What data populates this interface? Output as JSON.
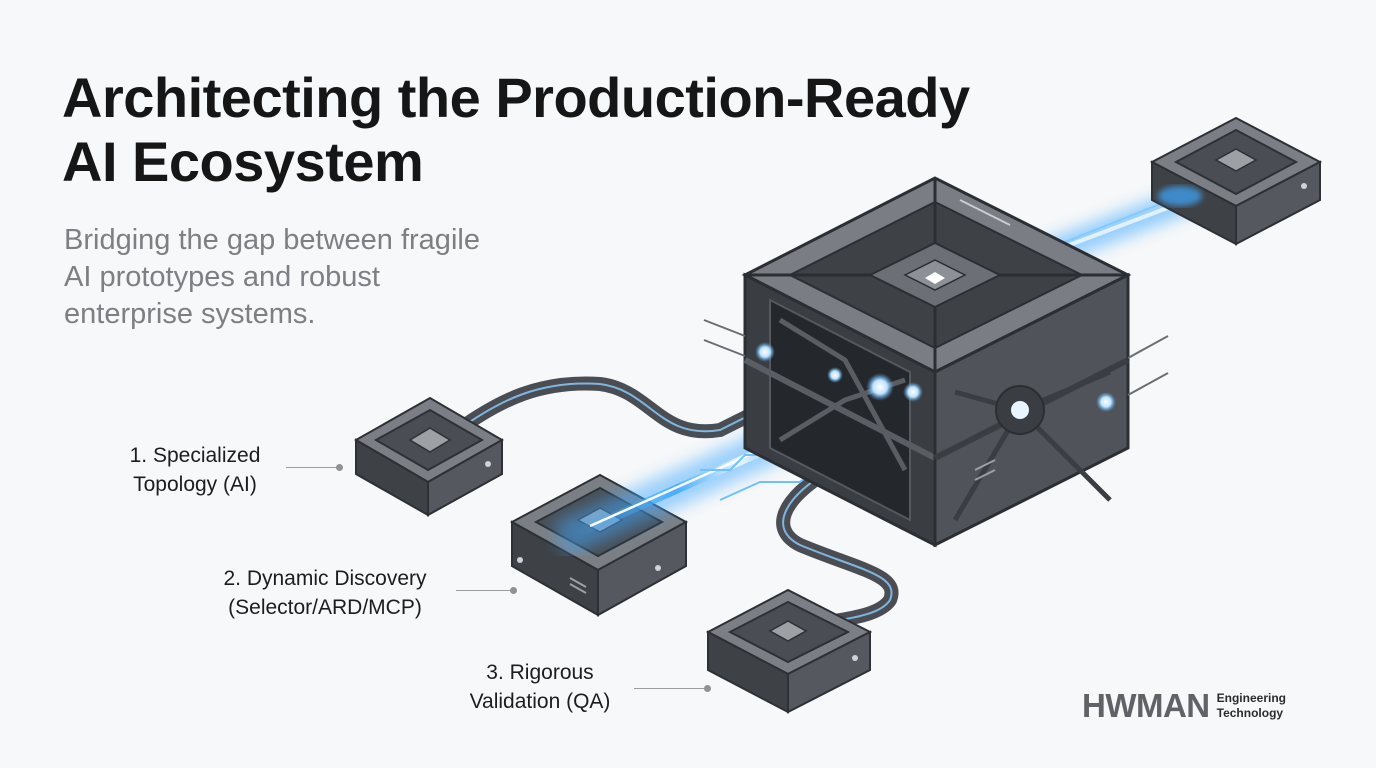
{
  "title": {
    "line1": "Architecting the Production-Ready",
    "line2": "AI Ecosystem"
  },
  "subtitle": {
    "line1": "Bridging the gap between fragile",
    "line2": "AI prototypes and robust",
    "line3": "enterprise systems."
  },
  "labels": [
    {
      "line1": "1. Specialized",
      "line2": "Topology (AI)"
    },
    {
      "line1": "2. Dynamic Discovery",
      "line2": "(Selector/ARD/MCP)"
    },
    {
      "line1": "3. Rigorous",
      "line2": "Validation (QA)"
    }
  ],
  "logo": {
    "wordmark": "HWMAN",
    "line1": "Engineering",
    "line2": "Technology"
  },
  "colors": {
    "glow": "#3fa9ff",
    "cube_dark": "#3e4247",
    "cube_light": "#6c7076",
    "text": "#161616"
  }
}
